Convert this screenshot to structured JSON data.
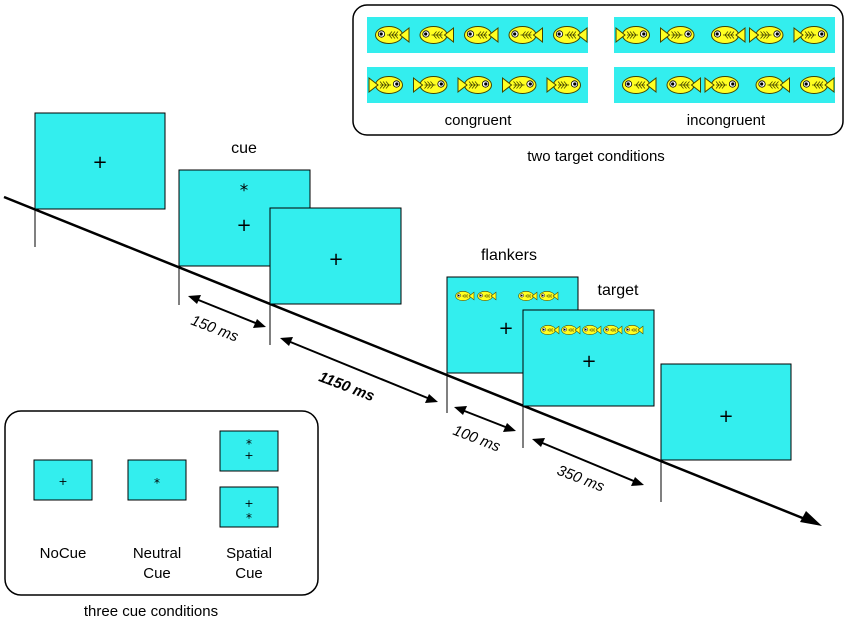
{
  "target_conditions": {
    "caption": "two target conditions",
    "congruent_label": "congruent",
    "incongruent_label": "incongruent",
    "rows": [
      {
        "condition": "congruent",
        "directions": [
          "left",
          "left",
          "left",
          "left",
          "left"
        ]
      },
      {
        "condition": "congruent",
        "directions": [
          "right",
          "right",
          "right",
          "right",
          "right"
        ]
      },
      {
        "condition": "incongruent",
        "directions": [
          "right",
          "right",
          "left",
          "right",
          "right"
        ]
      },
      {
        "condition": "incongruent",
        "directions": [
          "left",
          "left",
          "right",
          "left",
          "left"
        ]
      }
    ]
  },
  "trial_sequence": {
    "labels": {
      "cue": "cue",
      "flankers": "flankers",
      "target": "target"
    },
    "fixation_symbol": "+",
    "cue_symbol": "*",
    "durations": {
      "cue": "150 ms",
      "fixation": "1150 ms",
      "flankers": "100 ms",
      "target": "350 ms"
    }
  },
  "cue_conditions": {
    "caption": "three cue conditions",
    "no_cue_label": "NoCue",
    "neutral_label_line1": "Neutral",
    "neutral_label_line2": "Cue",
    "spatial_label_line1": "Spatial",
    "spatial_label_line2": "Cue"
  },
  "colors": {
    "screen": "#33EEEE",
    "fish_body": "#FFFF22",
    "fish_outline": "#444400",
    "line": "#000000"
  },
  "icons": {
    "fish": "fish-icon",
    "arrowhead": "arrowhead-icon"
  }
}
